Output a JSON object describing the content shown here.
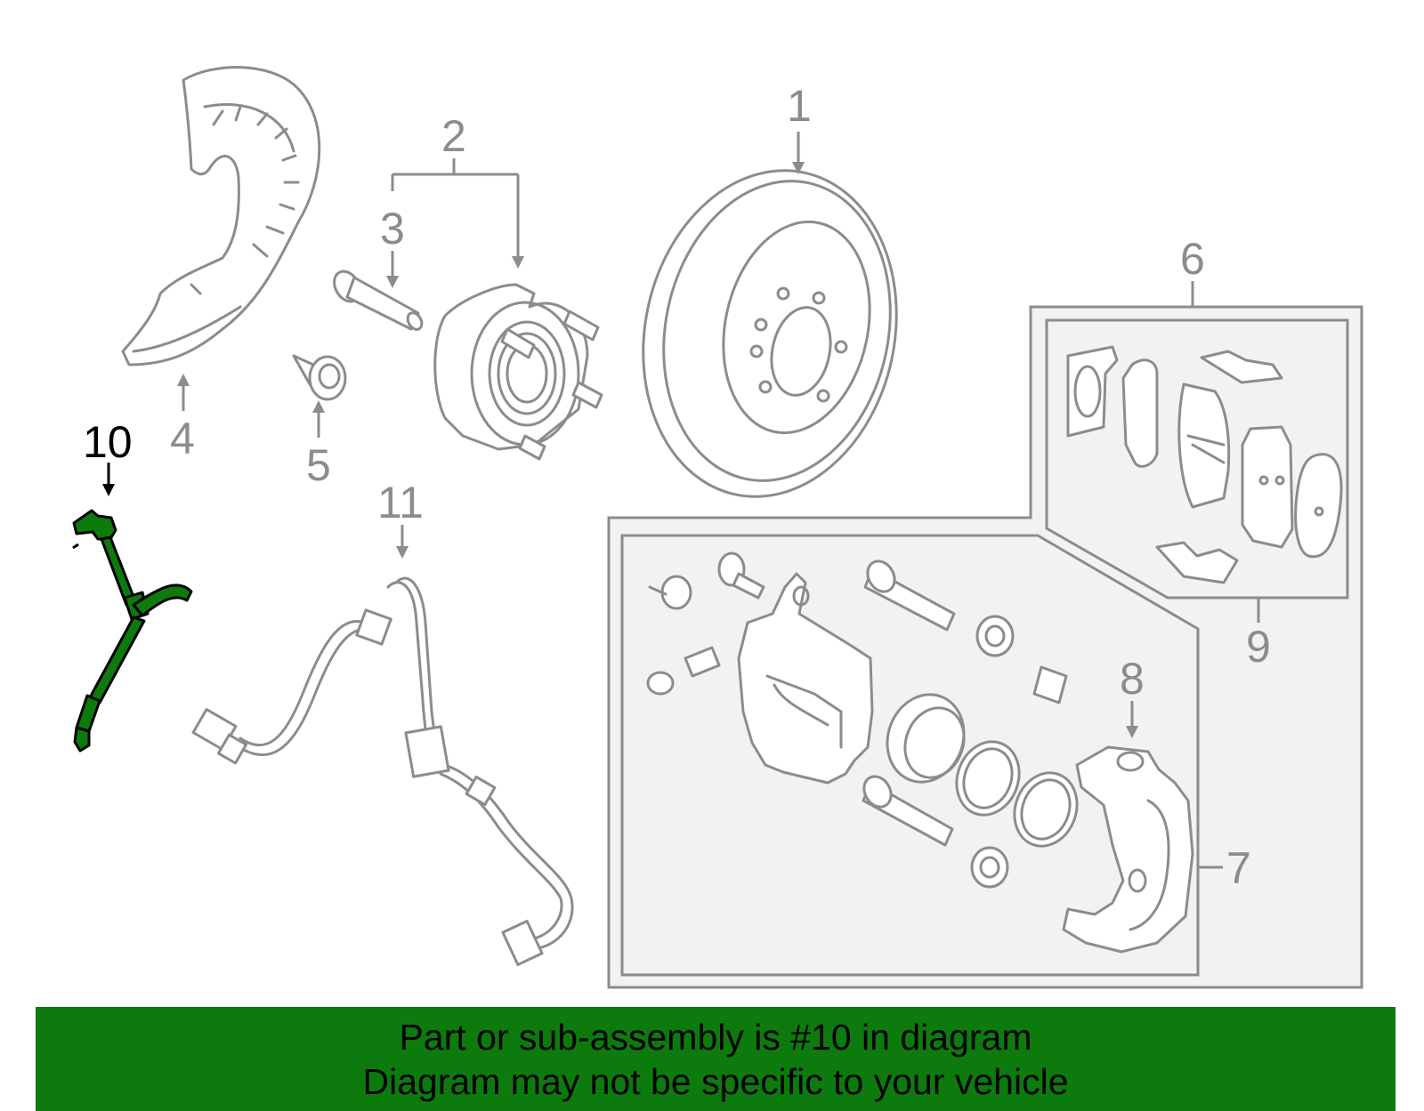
{
  "colors": {
    "highlight": "#0d7a0d",
    "outline": "#8c8c8c",
    "banner": "#0d7a0d",
    "box_fill": "#f2f2f2"
  },
  "diagram": {
    "callouts": {
      "c1": "1",
      "c2": "2",
      "c3": "3",
      "c4": "4",
      "c5": "5",
      "c6": "6",
      "c7": "7",
      "c8": "8",
      "c9": "9",
      "c10": "10",
      "c11": "11"
    },
    "highlighted_part": "10"
  },
  "banner": {
    "line1": "Part or sub-assembly is #10 in diagram",
    "line2": "Diagram may not be specific to your vehicle"
  }
}
